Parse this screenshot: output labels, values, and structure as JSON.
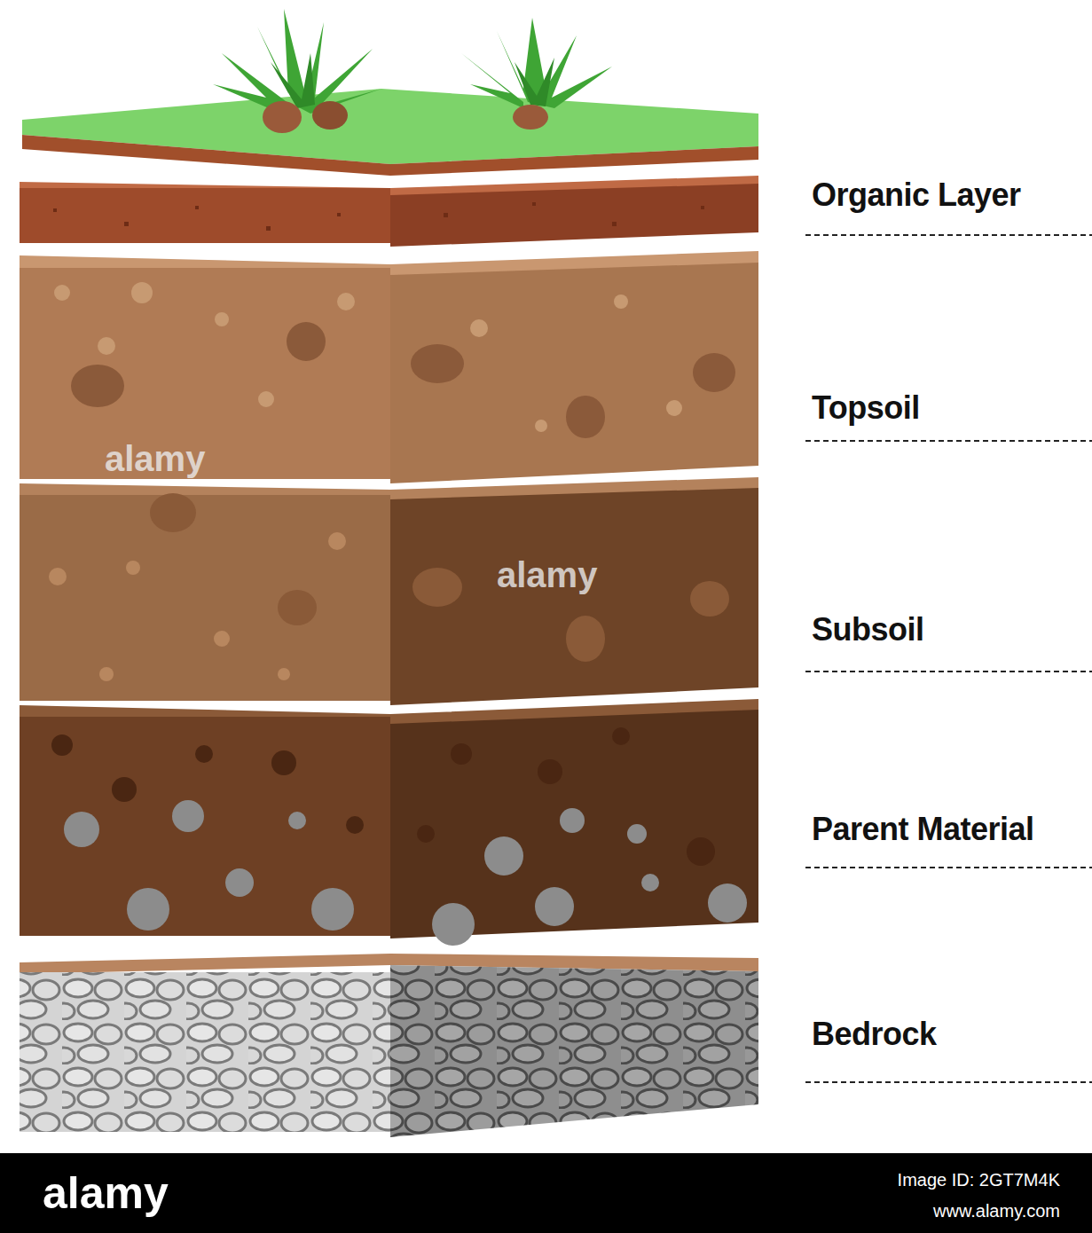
{
  "diagram": {
    "labels": [
      "Organic Layer",
      "Topsoil",
      "Subsoil",
      "Parent Material",
      "Bedrock",
      "alamy",
      "alamy",
      "alamy",
      "Image ID: 2GT7M4K",
      "www.alamy.com"
    ]
  }
}
